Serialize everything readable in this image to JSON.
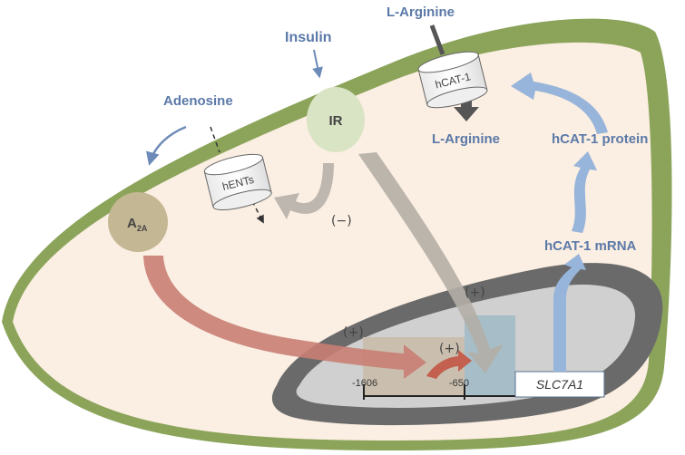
{
  "labels": {
    "adenosine": "Adenosine",
    "insulin": "Insulin",
    "l_arginine_out": "L-Arginine",
    "l_arginine_in": "L-Arginine",
    "hcat1_protein": "hCAT-1 protein",
    "hcat1_mrna": "hCAT-1 mRNA"
  },
  "molecules": {
    "a2a_main": "A",
    "a2a_sub": "2A",
    "ir": "IR",
    "hents": "hENTs",
    "hcat1": "hCAT-1"
  },
  "regulation": {
    "negative": "(−)",
    "positive_insulin": "(+)",
    "positive_adenosine": "(+)",
    "positive_promoter": "(+)"
  },
  "promoter": {
    "pos_1606": "-1606",
    "pos_650": "-650",
    "gene": "SLC7A1"
  },
  "colors": {
    "membrane": "#8ba45a",
    "cytoplasm": "#fbeee2",
    "label_blue": "#5b79a8",
    "adenosine_arrow": "#c97e74",
    "insulin_arrow": "#b4aea6",
    "transcription_arrow": "#97b4da",
    "nucleus_ring": "#6a6a6a",
    "nucleus_fill": "#d0d0d0"
  }
}
